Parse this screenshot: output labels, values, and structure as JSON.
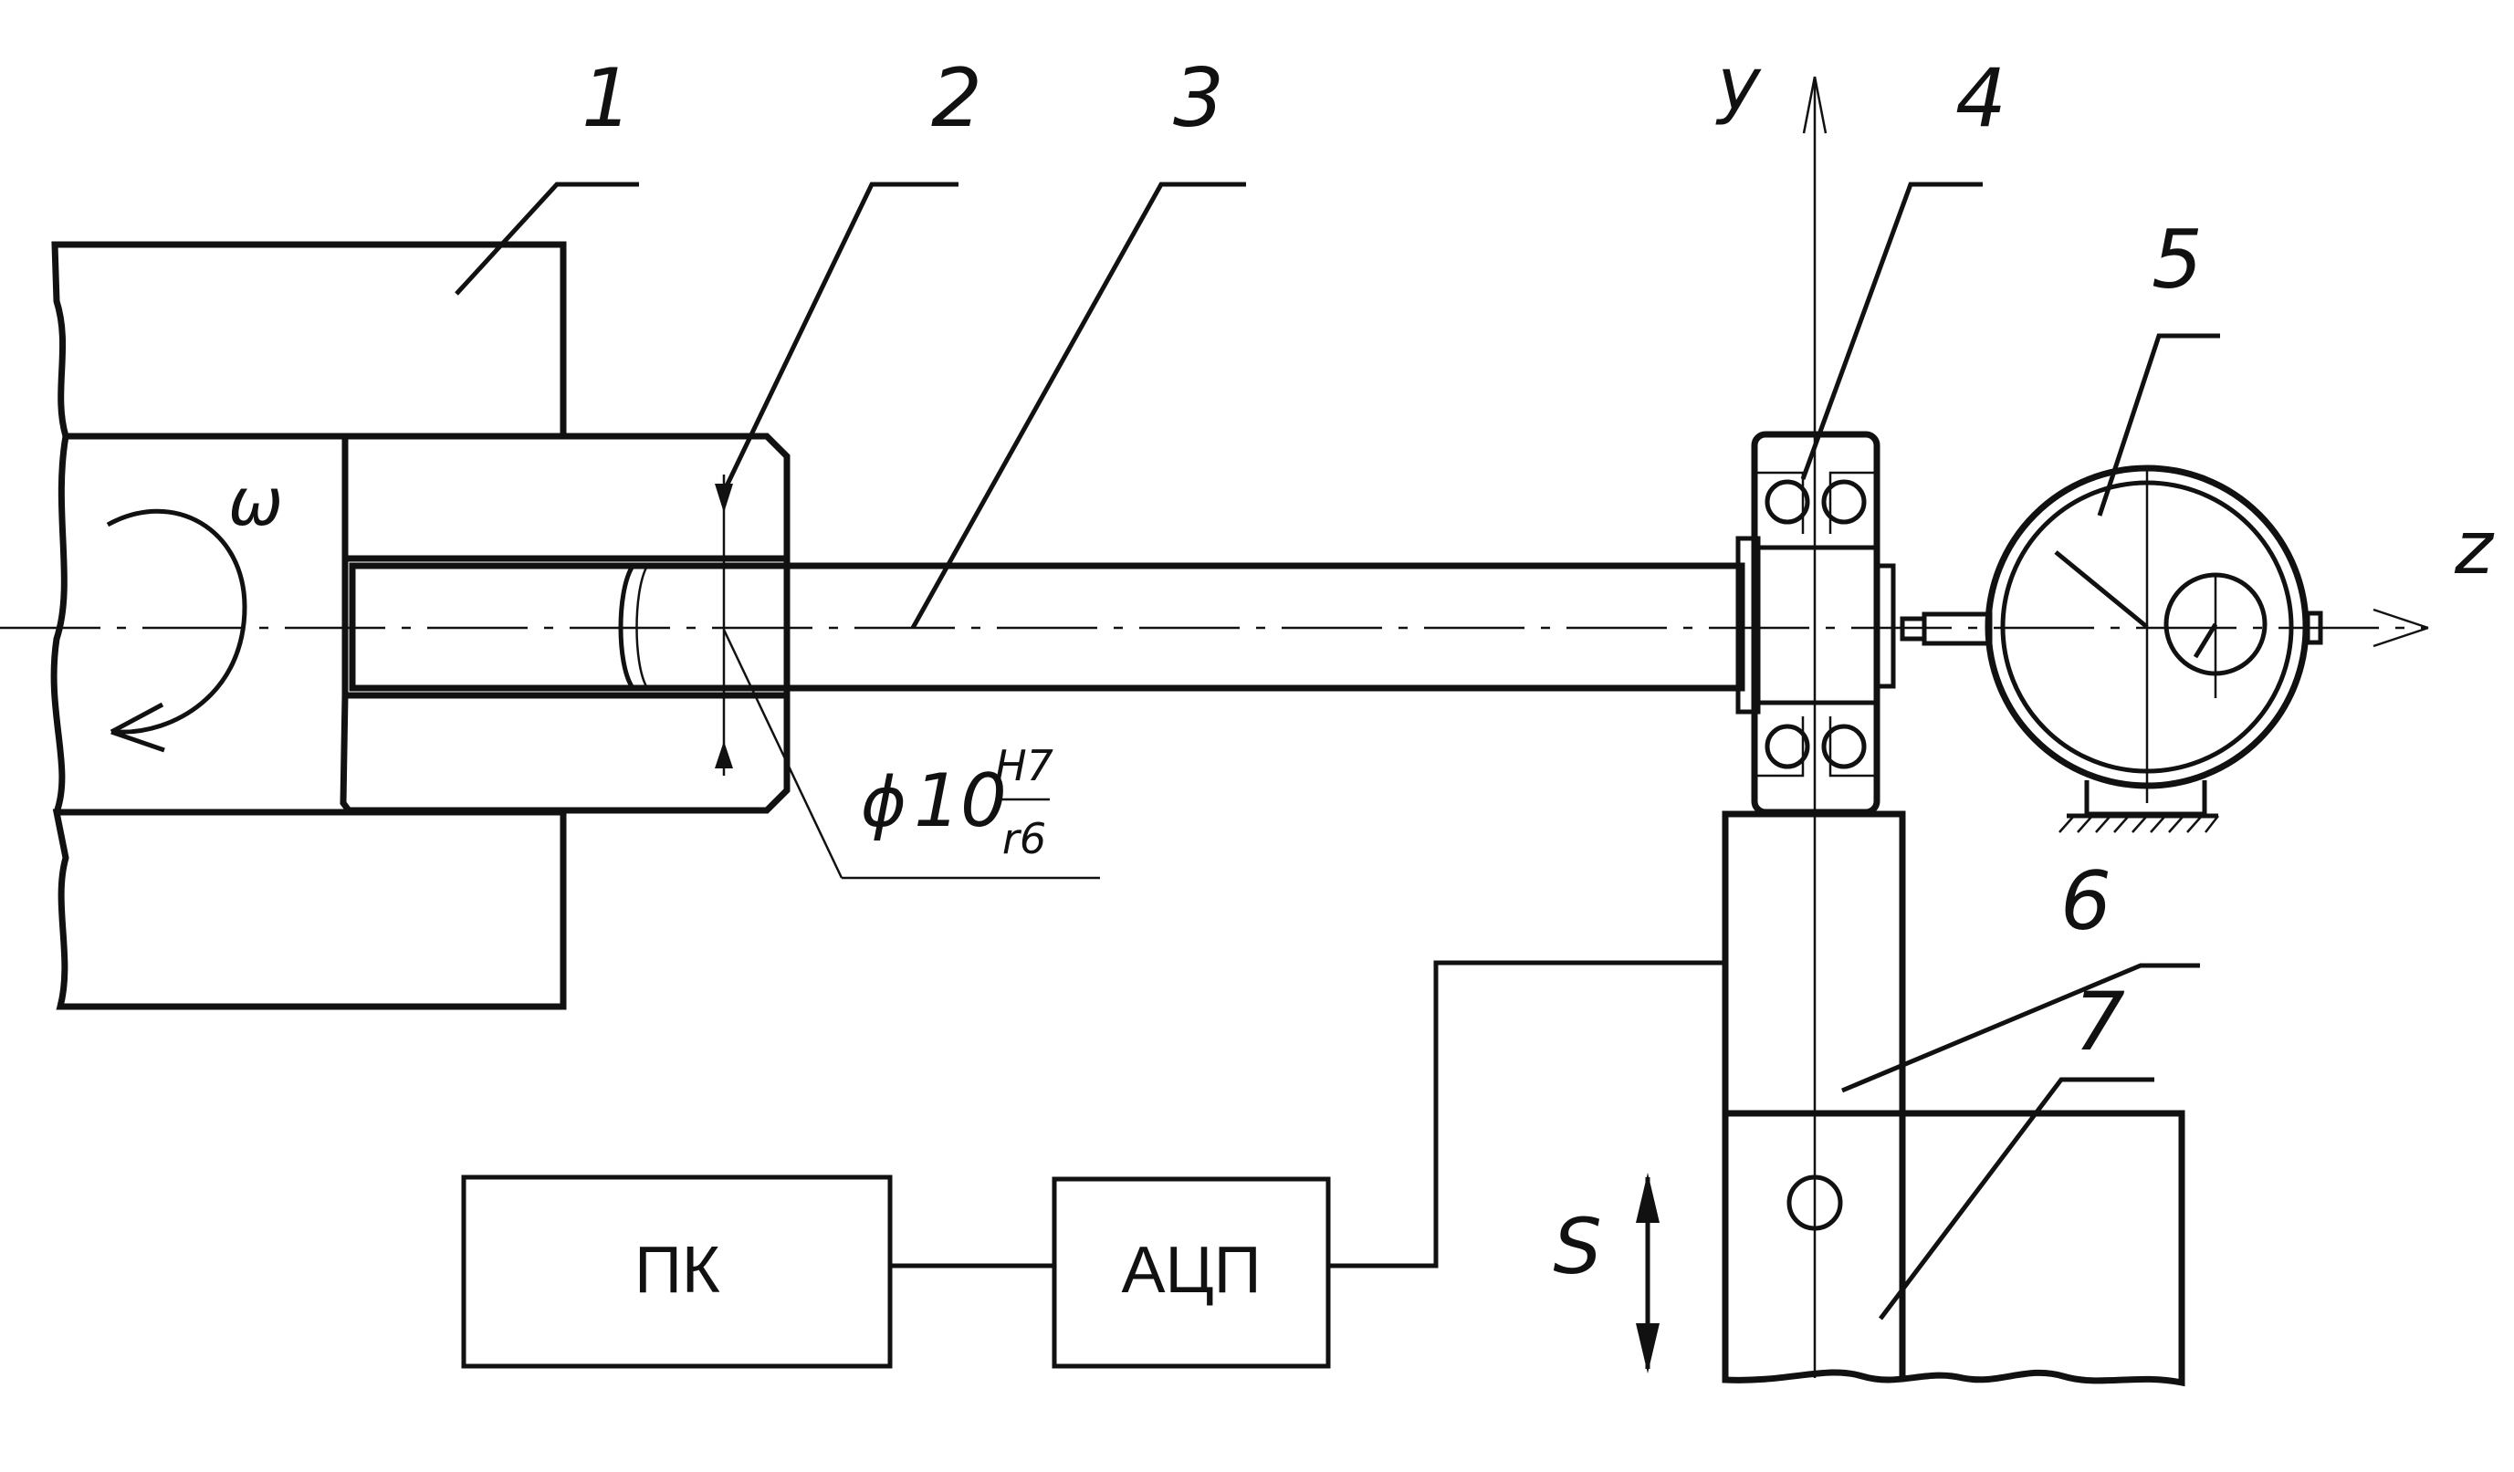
{
  "labels": {
    "part1": "1",
    "part2": "2",
    "part3": "3",
    "part4": "4",
    "part5": "5",
    "part6": "6",
    "part7": "7",
    "axis_y": "y",
    "axis_z": "z",
    "omega": "ω",
    "feed": "S"
  },
  "fit": {
    "diameter_symbol": "ϕ",
    "nominal": "10",
    "hole_tolerance": "H7",
    "shaft_tolerance": "r6"
  },
  "blocks": {
    "pc": "ПК",
    "adc": "АЦП"
  },
  "colors": {
    "line": "#111111",
    "background": "#ffffff"
  }
}
